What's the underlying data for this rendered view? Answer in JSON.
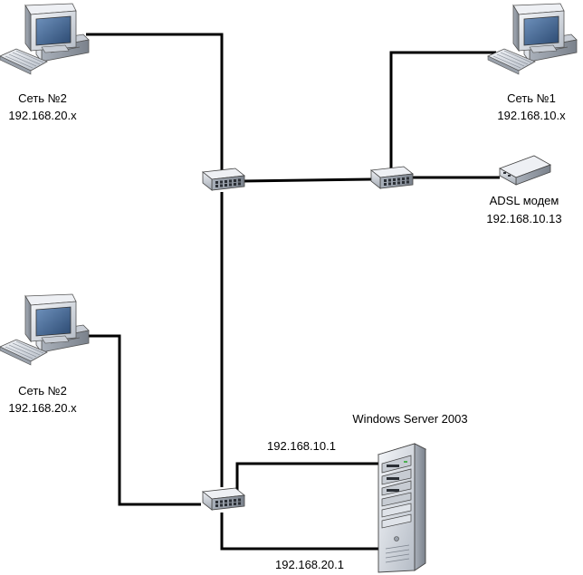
{
  "nodes": {
    "pc_top_left": {
      "name": "Сеть №2",
      "address": "192.168.20.x",
      "icon": "desktop-computer-icon"
    },
    "pc_top_right": {
      "name": "Сеть №1",
      "address": "192.168.10.x",
      "icon": "desktop-computer-icon"
    },
    "adsl": {
      "name": "ADSL модем",
      "address": "192.168.10.13",
      "icon": "adsl-modem-icon"
    },
    "pc_bottom_left": {
      "name": "Сеть №2",
      "address": "192.168.20.x",
      "icon": "desktop-computer-icon"
    },
    "server": {
      "name": "Windows Server 2003",
      "address_lan1": "192.168.10.1",
      "address_lan2": "192.168.20.1",
      "icon": "tower-server-icon"
    },
    "hubs": {
      "icon": "network-switch-icon",
      "count": 3
    }
  },
  "colors": {
    "line": "#000000",
    "device_body": "#dfe3e9",
    "device_shadow": "#8e959e",
    "screen": "#3a5f8f",
    "background": "#ffffff"
  }
}
